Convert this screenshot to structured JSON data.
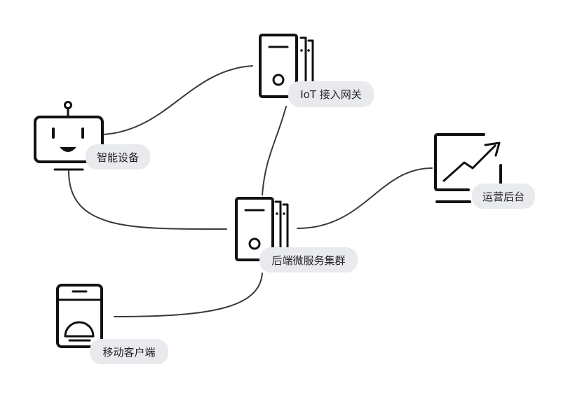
{
  "nodes": {
    "smart_device": {
      "label": "智能设备",
      "icon": "robot-icon"
    },
    "iot_gateway": {
      "label": "IoT 接入网关",
      "icon": "server-stack-icon"
    },
    "backend_cluster": {
      "label": "后端微服务集群",
      "icon": "server-stack-icon"
    },
    "ops_console": {
      "label": "运营后台",
      "icon": "monitor-chart-icon"
    },
    "mobile_client": {
      "label": "移动客户端",
      "icon": "phone-icon"
    }
  },
  "edges": [
    {
      "from": "smart_device",
      "to": "iot_gateway"
    },
    {
      "from": "iot_gateway",
      "to": "backend_cluster"
    },
    {
      "from": "smart_device",
      "to": "backend_cluster"
    },
    {
      "from": "backend_cluster",
      "to": "ops_console"
    },
    {
      "from": "mobile_client",
      "to": "backend_cluster"
    }
  ],
  "colors": {
    "ink": "#111111",
    "edge": "#3a3a3a",
    "label_background": "#e8eaed",
    "label_text": "#222222"
  }
}
